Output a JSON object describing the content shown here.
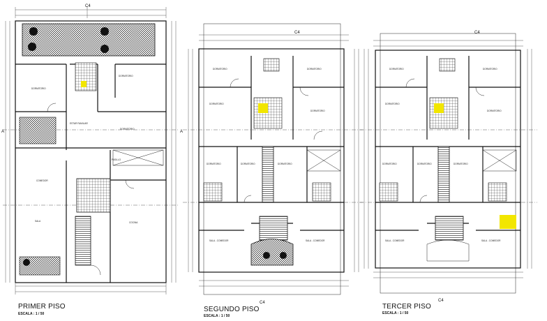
{
  "plans": [
    {
      "id": "primer",
      "title": "PRIMER PISO",
      "scale": "ESCALA :  1 / 50"
    },
    {
      "id": "segundo",
      "title": "SEGUNDO PISO",
      "scale": "ESCALA :  1 / 50"
    },
    {
      "id": "tercer",
      "title": "TERCER PISO",
      "scale": "ESCALA :  1 / 50"
    }
  ],
  "section_markers": {
    "top": "C4",
    "bottom": "C4"
  },
  "axis_markers": [
    "A",
    "A"
  ],
  "colors": {
    "line": "#111111",
    "hatch": "#222222",
    "highlight": "#f2e600",
    "background": "#ffffff"
  }
}
